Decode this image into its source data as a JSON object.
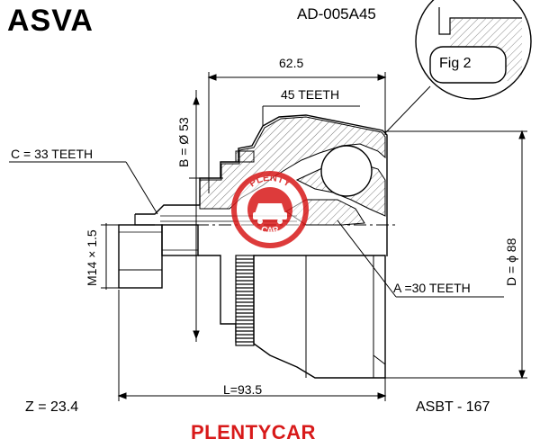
{
  "header": {
    "brand": "ASVA",
    "part_number": "AD-005A45"
  },
  "dimensions": {
    "width_625": "62.5",
    "teeth_45": "45 TEETH",
    "b_diameter": "B = Ø 53",
    "c_teeth": "C = 33 TEETH",
    "thread": "M14 × 1.5",
    "a_teeth": "A =30 TEETH",
    "d_diameter": "D = ϕ 88",
    "length": "L=93.5",
    "fig_label": "Fig 2"
  },
  "footer": {
    "z_value": "Z = 23.4",
    "asbt": "ASBT - 167",
    "watermark_text": "PLENTYCAR"
  },
  "logo": {
    "top_text": "PLENTY",
    "bottom_text": "CAR",
    "color": "#d81a1a"
  },
  "colors": {
    "line": "#000000",
    "hatch": "#555555",
    "accent": "#d81a1a"
  }
}
